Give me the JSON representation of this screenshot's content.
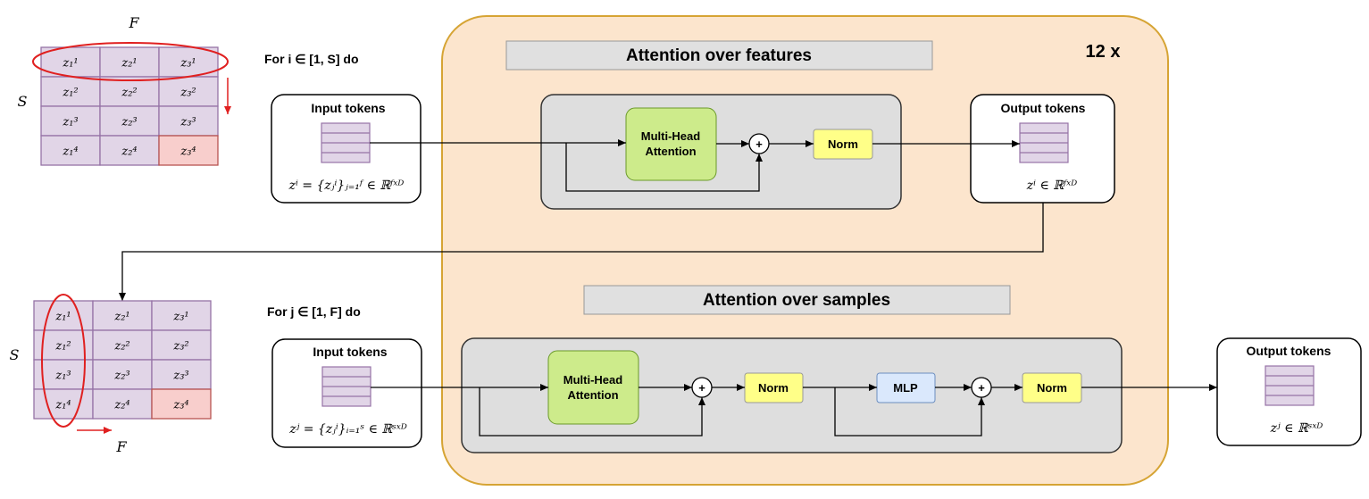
{
  "repeat_label": "12 x",
  "top": {
    "section_title": "Attention over features",
    "loop_label": "For i ∈ [1, S] do",
    "input_title": "Input tokens",
    "input_formula": "zⁱ = {zⱼⁱ}ⱼ₌₁ᶠ ∈ ℝᶠˣᴰ",
    "mha_line1": "Multi-Head",
    "mha_line2": "Attention",
    "norm": "Norm",
    "plus": "+",
    "output_title": "Output tokens",
    "output_formula": "zⁱ ∈ ℝᶠˣᴰ"
  },
  "bottom": {
    "section_title": "Attention over samples",
    "loop_label": "For j ∈ [1, F] do",
    "input_title": "Input tokens",
    "input_formula": "zʲ = {zⱼⁱ}ᵢ₌₁ˢ ∈ ℝˢˣᴰ",
    "mha_line1": "Multi-Head",
    "mha_line2": "Attention",
    "norm1": "Norm",
    "mlp": "MLP",
    "norm2": "Norm",
    "plus": "+",
    "output_title": "Output tokens",
    "output_formula": "zʲ ∈ ℝˢˣᴰ"
  },
  "grid_top": {
    "col_axis": "F",
    "row_axis": "S",
    "cells": [
      [
        "z₁¹",
        "z₂¹",
        "z₃¹"
      ],
      [
        "z₁²",
        "z₂²",
        "z₃²"
      ],
      [
        "z₁³",
        "z₂³",
        "z₃³"
      ],
      [
        "z₁⁴",
        "z₂⁴",
        "z₃⁴"
      ]
    ]
  },
  "grid_bottom": {
    "col_axis": "F",
    "row_axis": "S",
    "cells": [
      [
        "z₁¹",
        "z₂¹",
        "z₃¹"
      ],
      [
        "z₁²",
        "z₂²",
        "z₃²"
      ],
      [
        "z₁³",
        "z₂³",
        "z₃³"
      ],
      [
        "z₁⁴",
        "z₂⁴",
        "z₃⁴"
      ]
    ]
  },
  "colors": {
    "block_fill": "#fce5cd",
    "block_stroke": "#d6a434",
    "inner_fill": "#dedede",
    "mha_fill": "#cdeb8b",
    "norm_fill": "#ffff88",
    "mlp_fill": "#dae8fc",
    "cell_fill": "#e1d5e7",
    "cell_stroke": "#9673a6",
    "cell_highlight": "#f8cecc",
    "red": "#e02020"
  }
}
